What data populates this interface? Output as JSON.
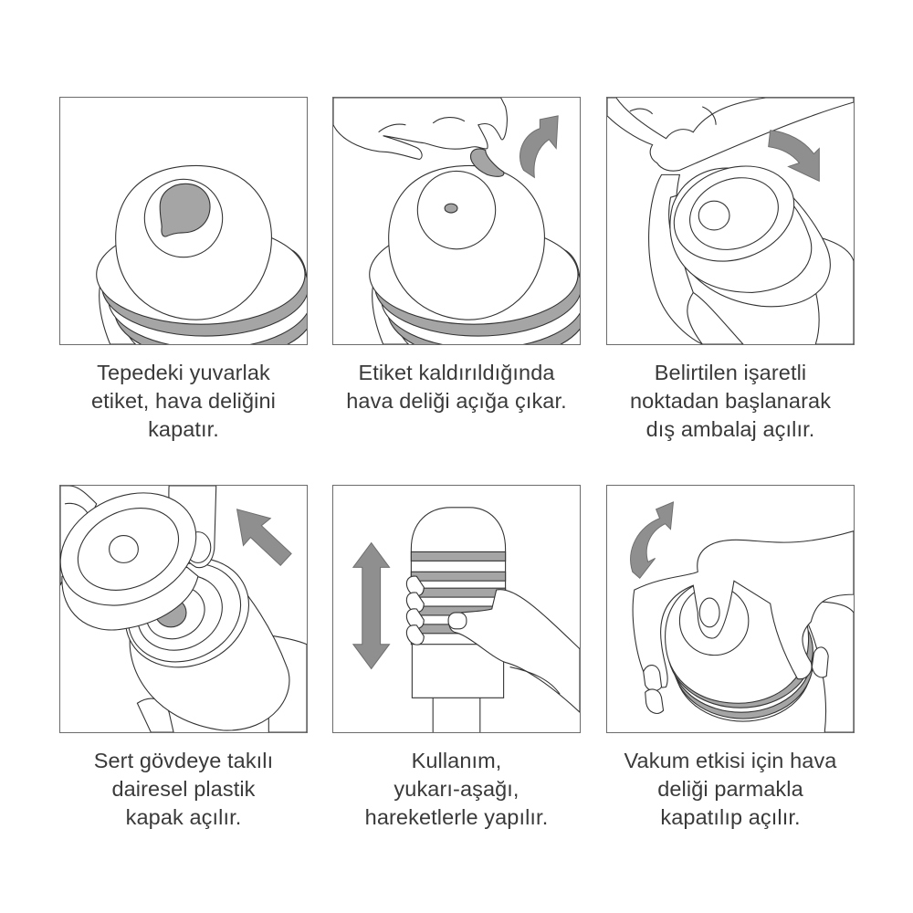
{
  "colors": {
    "frame_border": "#6b6b6b",
    "caption_text": "#3a3a3a",
    "accent_gray_fill": "#a5a5a5",
    "arrow_fill": "#8f8f8f",
    "line_art": "#333333",
    "background": "#ffffff"
  },
  "steps": [
    {
      "illustration": "device-top-with-round-label",
      "arrow_icon": "none",
      "caption_lines": [
        "Tepedeki yuvarlak",
        "etiket, hava deliğini",
        "kapatır."
      ]
    },
    {
      "illustration": "label-peeled-off-revealing-air-hole",
      "arrow_icon": "curved-arrow-up-icon",
      "caption_lines": [
        "Etiket kaldırıldığında",
        "hava deliği açığa çıkar."
      ]
    },
    {
      "illustration": "outer-wrap-opened-from-marked-point",
      "arrow_icon": "curved-arrow-down-icon",
      "caption_lines": [
        "Belirtilen işaretli",
        "noktadan başlanarak",
        "dış ambalaj açılır."
      ]
    },
    {
      "illustration": "plastic-cap-removed-from-body",
      "arrow_icon": "diagonal-arrow-up-left-icon",
      "caption_lines": [
        "Sert gövdeye takılı",
        "dairesel plastik",
        "kapak açılır."
      ]
    },
    {
      "illustration": "hand-gripping-device-vertical",
      "arrow_icon": "double-arrow-vertical-icon",
      "caption_lines": [
        "Kullanım,",
        "yukarı-aşağı,",
        "hareketlerle yapılır."
      ]
    },
    {
      "illustration": "finger-covering-air-hole",
      "arrow_icon": "curved-double-arrow-icon",
      "caption_lines": [
        "Vakum etkisi için hava",
        "deliği parmakla",
        "kapatılıp açılır."
      ]
    }
  ]
}
